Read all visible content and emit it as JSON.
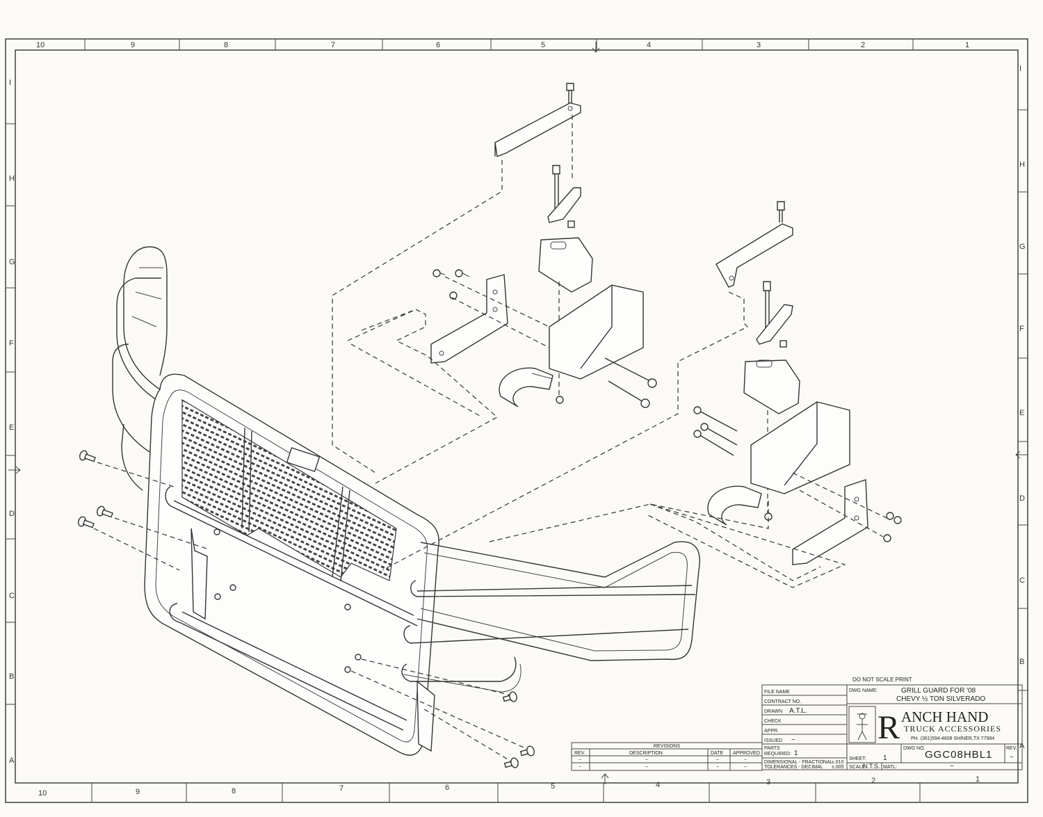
{
  "zones": {
    "top": [
      "10",
      "9",
      "8",
      "7",
      "6",
      "5",
      "4",
      "3",
      "2",
      "1"
    ],
    "bottom": [
      "10",
      "9",
      "8",
      "7",
      "6",
      "5",
      "4",
      "3",
      "2",
      "1"
    ],
    "left": [
      "I",
      "H",
      "G",
      "F",
      "E",
      "D",
      "C",
      "B",
      "A"
    ],
    "right": [
      "I",
      "H",
      "G",
      "F",
      "E",
      "D",
      "C",
      "B",
      "A"
    ]
  },
  "notice": "DO NOT SCALE PRINT",
  "title_block": {
    "file_name_label": "FILE NAME",
    "contract_label": "CONTRACT NO.",
    "drawn_label": "DRAWN",
    "drawn_value": "A.T.L.",
    "check_label": "CHECK",
    "appr_label": "APPR.",
    "issued_label": "ISSUED",
    "issued_value": "~",
    "dwg_name_label": "DWG NAME:",
    "dwg_name_line1": "GRILL GUARD FOR '08",
    "dwg_name_line2": "CHEVY ½ TON SILVERADO",
    "parts_label_1": "PARTS",
    "parts_label_2": "REQUIRED:",
    "parts_value": "1",
    "tol_frac_label": "DIMENSIONAL - FRACTIONAL",
    "tol_frac_value": "±.010",
    "tol_dec_label": "TOLERANCES - DECIMAL",
    "tol_dec_value": "±.005",
    "sheet_label": "SHEET:",
    "sheet_value": "1",
    "scale_label": "SCALE",
    "scale_value": "N.T.S.",
    "matl_label": "MATL:",
    "matl_value": "~",
    "dwg_no_label": "DWG NO.",
    "dwg_no_value": "GGC08HBL1",
    "rev_label": "REV.",
    "rev_value": "~"
  },
  "company": {
    "initial": "R",
    "name_rest": "ANCH HAND",
    "sub": "TRUCK ACCESSORIES",
    "contact": "PH. (361)594-4608 SHINER,TX 77984"
  },
  "revisions": {
    "title": "REVISIONS",
    "headers": [
      "REV.",
      "DESCRIPTION",
      "DATE",
      "APPROVED"
    ],
    "rows": [
      [
        "~",
        "~",
        "~",
        "~"
      ],
      [
        "~",
        "~",
        "~",
        "~"
      ]
    ]
  }
}
